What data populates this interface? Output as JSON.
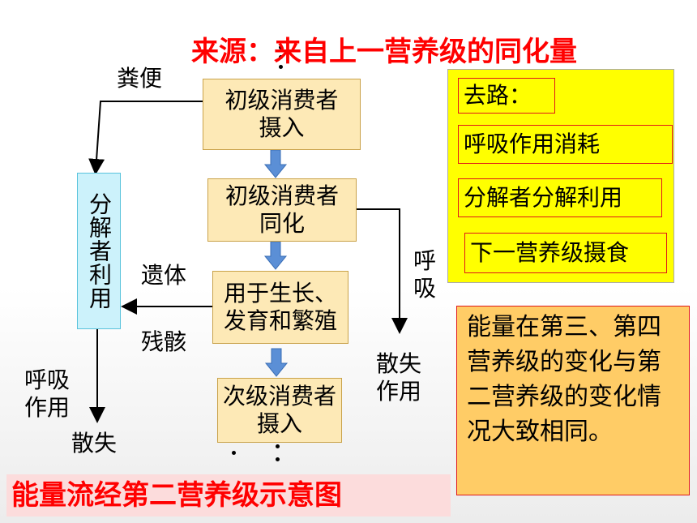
{
  "title_source": "来源：来自上一营养级的同化量",
  "boxes": {
    "intake": "初级消费者\n摄入",
    "assimilation": "初级消费者\n同化",
    "growth": "用于生长、\n发育和繁殖",
    "secondary_intake": "次级消费者\n摄入"
  },
  "labels": {
    "feces": "粪便",
    "remains": "遗体",
    "carcass": "残骸",
    "respiration_vertical": "呼\n吸",
    "dissipation_right": "散失\n作用",
    "respiration_left": "呼吸\n作用",
    "dissipation_left": "散失"
  },
  "decomposer": "分解者利用",
  "panel": {
    "heading": "去路：",
    "items": [
      "呼吸作用消耗",
      "分解者分解利用",
      "下一营养级摄食"
    ]
  },
  "note": "能量在第三、第四营养级的变化与第二营养级的变化情况大致相同。",
  "bottom_title": "能量流经第二营养级示意图",
  "colors": {
    "red": "#ff0000",
    "box_fill": "#fde9b6",
    "arrow_blue": "#5b8fd6",
    "panel_yellow": "#ffff00",
    "note_orange": "#ffcc66"
  }
}
